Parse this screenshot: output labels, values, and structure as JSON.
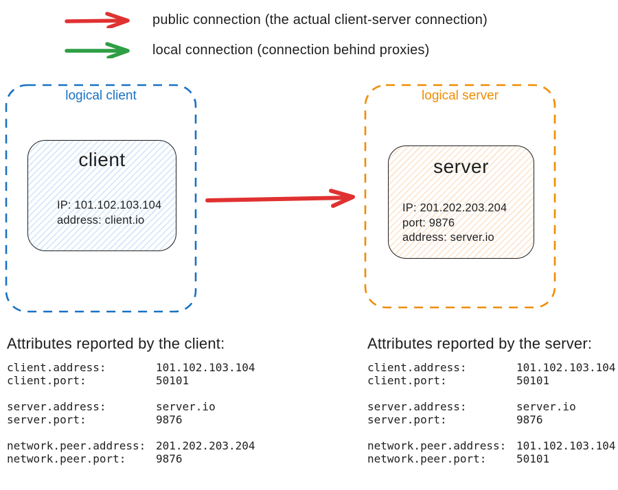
{
  "legend": {
    "items": [
      {
        "name": "public-connection",
        "color": "#e03131",
        "label": "public connection (the actual client-server connection)"
      },
      {
        "name": "local-connection",
        "color": "#2f9e44",
        "label": "local connection (connection behind proxies)"
      }
    ]
  },
  "diagram": {
    "logical_client": {
      "label": "logical client",
      "border_color": "#1971c2",
      "node": {
        "title": "client",
        "fill_hatch_color": "#a5d8ff",
        "details": [
          "IP: 101.102.103.104",
          "address: client.io"
        ]
      }
    },
    "logical_server": {
      "label": "logical server",
      "border_color": "#f08c00",
      "node": {
        "title": "server",
        "fill_hatch_color": "#ffd8a8",
        "details": [
          "IP: 201.202.203.204",
          "port: 9876",
          "address: server.io"
        ]
      }
    },
    "connection_arrow_color": "#e03131"
  },
  "attributes": {
    "client": {
      "heading": "Attributes reported by the client:",
      "groups": [
        [
          {
            "key": "client.address:",
            "value": "101.102.103.104"
          },
          {
            "key": "client.port:",
            "value": "50101"
          }
        ],
        [
          {
            "key": "server.address:",
            "value": "server.io"
          },
          {
            "key": "server.port:",
            "value": "9876"
          }
        ],
        [
          {
            "key": "network.peer.address:",
            "value": "201.202.203.204"
          },
          {
            "key": "network.peer.port:",
            "value": "9876"
          }
        ]
      ]
    },
    "server": {
      "heading": "Attributes reported by the server:",
      "groups": [
        [
          {
            "key": "client.address:",
            "value": "101.102.103.104"
          },
          {
            "key": "client.port:",
            "value": "50101"
          }
        ],
        [
          {
            "key": "server.address:",
            "value": "server.io"
          },
          {
            "key": "server.port:",
            "value": "9876"
          }
        ],
        [
          {
            "key": "network.peer.address:",
            "value": "101.102.103.104"
          },
          {
            "key": "network.peer.port:",
            "value": "50101"
          }
        ]
      ]
    }
  }
}
